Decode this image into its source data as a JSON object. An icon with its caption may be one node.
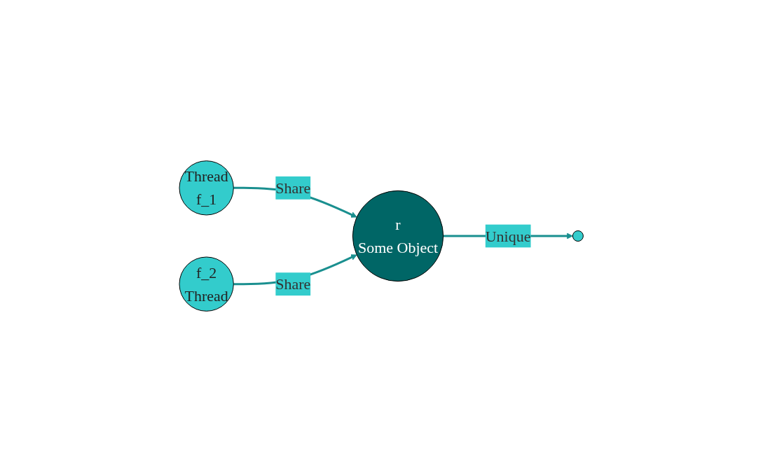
{
  "diagram": {
    "nodes": [
      {
        "text": [
          "Thread",
          "f_1"
        ]
      },
      {
        "text": [
          "r",
          "Some Object"
        ]
      },
      {
        "text": [],
        "shape": "circle"
      },
      {
        "text": [
          "f_2",
          "Thread"
        ]
      }
    ],
    "edges": [
      {
        "from": 0,
        "to": 1,
        "label": "Share",
        "arrow": "to"
      },
      {
        "from": 3,
        "to": 1,
        "label": "Share",
        "arrow": "to"
      },
      {
        "from": 1,
        "to": 2,
        "label": "Unique",
        "arrow": "to"
      }
    ]
  }
}
